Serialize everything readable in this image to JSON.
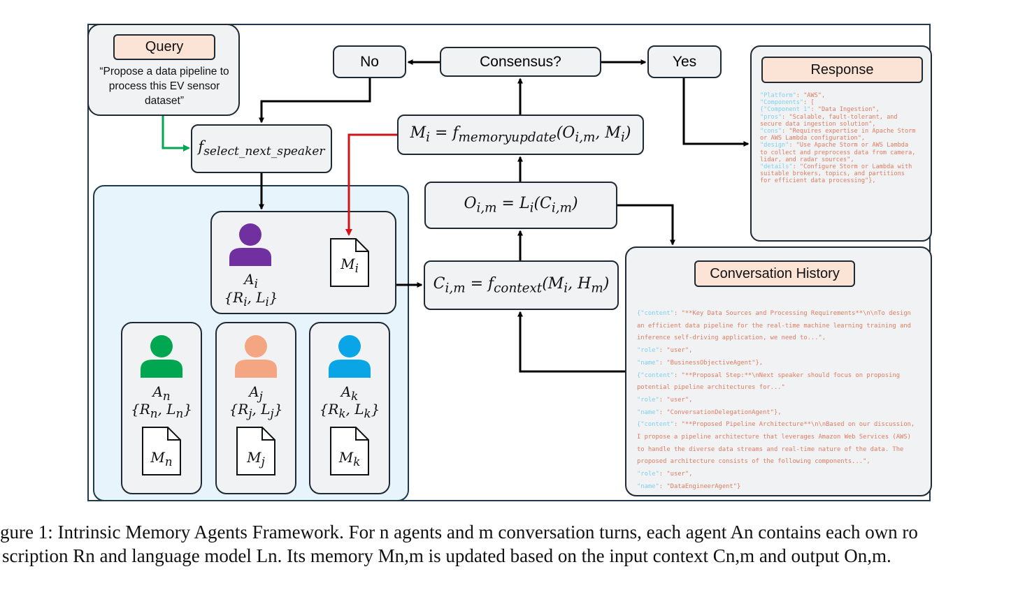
{
  "query": {
    "label": "Query",
    "text": "“Propose a data pipeline to process this EV sensor dataset”"
  },
  "decision": {
    "no": "No",
    "consensus": "Consensus?",
    "yes": "Yes"
  },
  "formulas": {
    "select": "fselect_next_speaker",
    "memory_update": "Mi = fmemoryupdate(Oi,m, Mi)",
    "output": "Oi,m = Li(Ci,m)",
    "context": "Ci,m = fcontext(Mi, Hm)"
  },
  "agents": [
    {
      "id": "i",
      "name": "Ai",
      "params": "{Ri, Li}",
      "memory": "Mi",
      "color": "#7030a0"
    },
    {
      "id": "n",
      "name": "An",
      "params": "{Rn, Ln}",
      "memory": "Mn",
      "color": "#00a650"
    },
    {
      "id": "j",
      "name": "Aj",
      "params": "{Rj, Lj}",
      "memory": "Mj",
      "color": "#f4a582"
    },
    {
      "id": "k",
      "name": "Ak",
      "params": "{Rk, Lk}",
      "memory": "Mk",
      "color": "#0aa5e6"
    }
  ],
  "response": {
    "label": "Response",
    "lines": [
      [
        "\"Platform\"",
        ": \"AWS\","
      ],
      [
        "\"Components\"",
        ": ["
      ],
      [
        "{\"Component 1\"",
        ": \"Data Ingestion\","
      ],
      [
        "\"pros\"",
        ": \"Scalable, fault-tolerant, and"
      ],
      [
        "",
        "secure data ingestion solution\","
      ],
      [
        "\"cons\"",
        ": \"Requires expertise in Apache Storm"
      ],
      [
        "",
        "or AWS Lambda configuration\","
      ],
      [
        "\"design\"",
        ": \"Use Apache Storm or AWS Lambda"
      ],
      [
        "",
        "to collect and preprocess data from camera,"
      ],
      [
        "",
        "lidar, and radar sources\","
      ],
      [
        "\"details\"",
        ": \"Configure Storm or Lambda with"
      ],
      [
        "",
        "suitable brokers, topics, and partitions"
      ],
      [
        "",
        "for efficient data processing\"},"
      ]
    ]
  },
  "history": {
    "label": "Conversation History",
    "lines": [
      [
        "{\"content\"",
        ": \"**Key Data Sources and Processing Requirements**\\n\\nTo design"
      ],
      [
        "",
        "an efficient data pipeline for the real-time machine learning training and"
      ],
      [
        "",
        "inference self-driving application, we need to...\","
      ],
      [
        "\"role\"",
        ": \"user\","
      ],
      [
        "\"name\"",
        ": \"BusinessObjectiveAgent\"},"
      ],
      [
        "{\"content\"",
        ": \"**Proposal Step:**\\nNext speaker should focus on proposing"
      ],
      [
        "",
        "potential pipeline architectures for...\""
      ],
      [
        "\"role\"",
        ": \"user\","
      ],
      [
        "\"name\"",
        ": \"ConversationDelegationAgent\"},"
      ],
      [
        "{\"content\"",
        ": \"**Proposed Pipeline Architecture**\\n\\nBased on our discussion,"
      ],
      [
        "",
        "I propose a pipeline architecture that leverages Amazon Web Services (AWS)"
      ],
      [
        "",
        "to handle the diverse data streams and real-time nature of the data. The"
      ],
      [
        "",
        "proposed architecture consists of the following components...\","
      ],
      [
        "\"role\"",
        ": \"user\","
      ],
      [
        "\"name\"",
        ": \"DataEngineerAgent\"}"
      ]
    ]
  },
  "caption": {
    "line1": "gure 1: Intrinsic Memory Agents Framework. For n agents and m conversation turns, each agent An contains each own ro",
    "line2": "scription Rn and language model Ln. Its memory Mn,m is updated based on the input context Cn,m and output On,m."
  },
  "colors": {
    "arrow": "#000000",
    "memory_arrow": "#d0141a",
    "query_arrow": "#00a650",
    "panel": "#e8f4fb",
    "tag": "#fbe3d6"
  }
}
